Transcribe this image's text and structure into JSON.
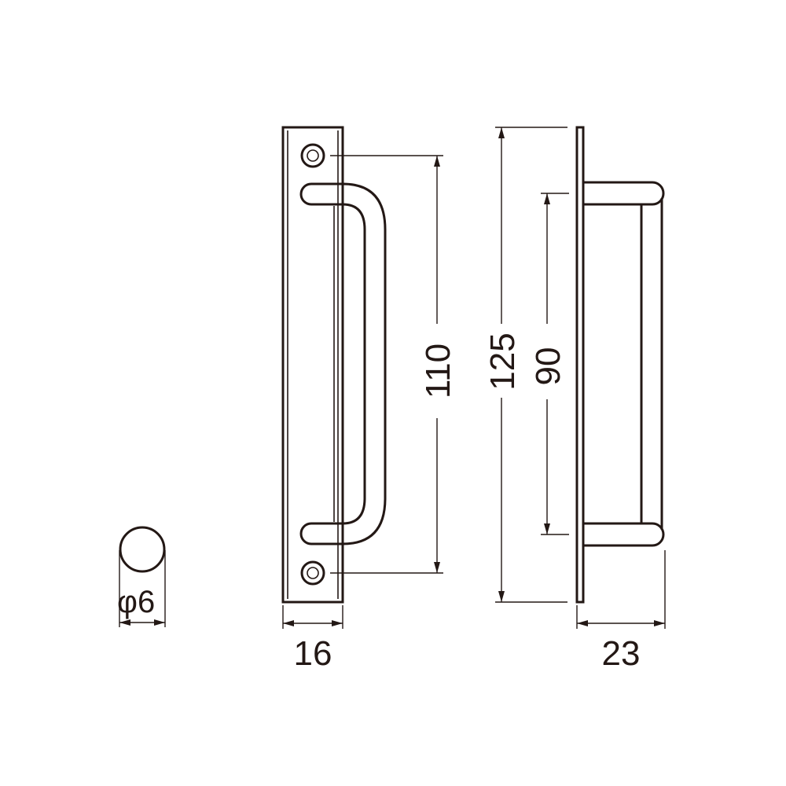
{
  "dimensions": {
    "rod_diameter": "φ6",
    "plate_width": "16",
    "hole_pitch": "110",
    "plate_height": "125",
    "grip_inner_length": "90",
    "projection": "23"
  },
  "colors": {
    "line": "#231815",
    "background": "#ffffff"
  }
}
